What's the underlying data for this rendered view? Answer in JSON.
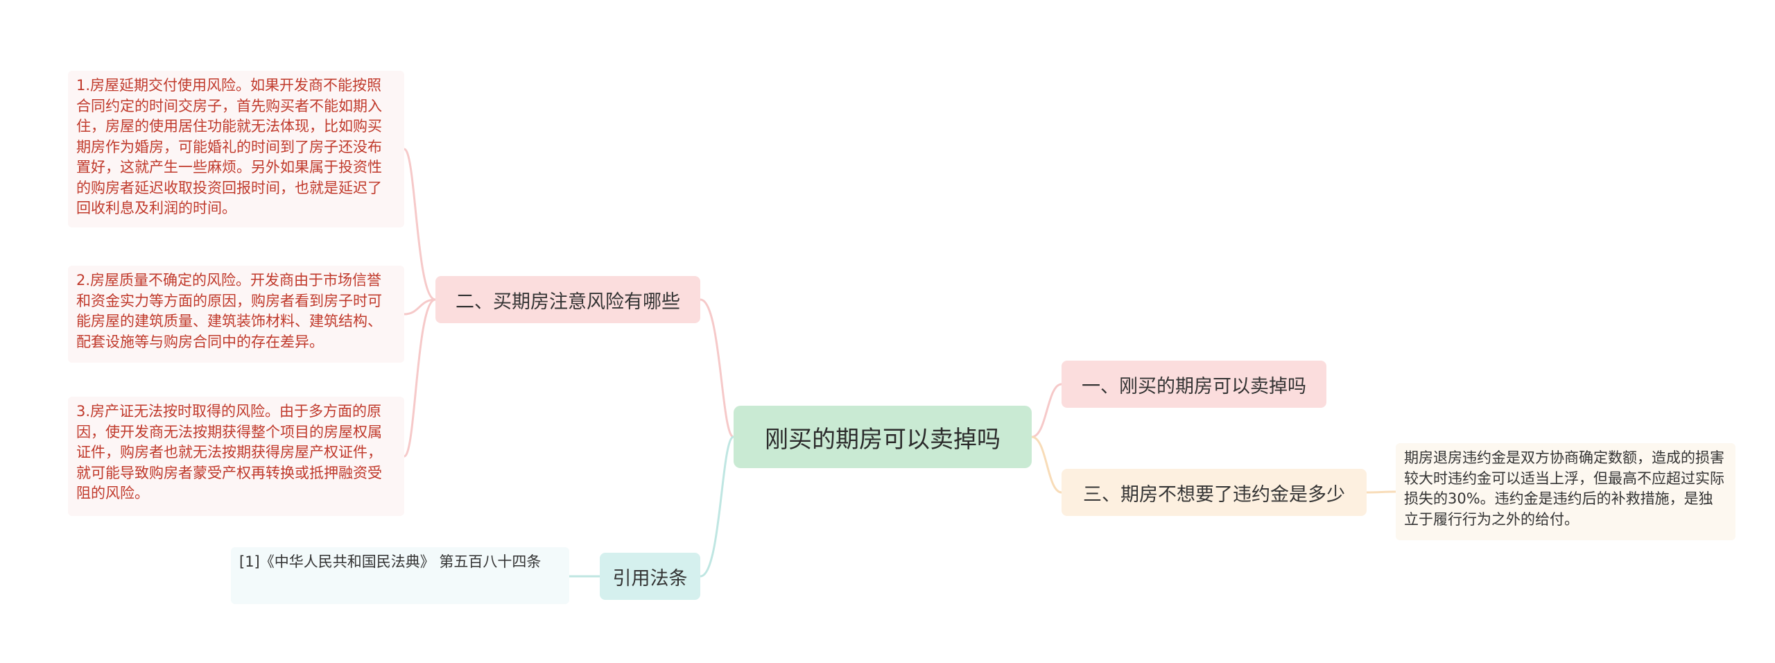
{
  "root": {
    "label": "刚买的期房可以卖掉吗"
  },
  "branches": {
    "left_risks": {
      "label": "二、买期房注意风险有哪些",
      "children": [
        "1.房屋延期交付使用风险。如果开发商不能按照合同约定的时间交房子，首先购买者不能如期入住，房屋的使用居住功能就无法体现，比如购买期房作为婚房，可能婚礼的时间到了房子还没布置好，这就产生一些麻烦。另外如果属于投资性的购房者延迟收取投资回报时间，也就是延迟了回收利息及利润的时间。",
        "2.房屋质量不确定的风险。开发商由于市场信誉和资金实力等方面的原因，购房者看到房子时可能房屋的建筑质量、建筑装饰材料、建筑结构、配套设施等与购房合同中的存在差异。",
        "3.房产证无法按时取得的风险。由于多方面的原因，使开发商无法按期获得整个项目的房屋权属证件，购房者也就无法按期获得房屋产权证件，就可能导致购房者蒙受产权再转换或抵押融资受阻的风险。"
      ]
    },
    "left_law": {
      "label": "引用法条",
      "children": [
        "[1]《中华人民共和国民法典》 第五百八十四条"
      ]
    },
    "right_resell": {
      "label": "一、刚买的期房可以卖掉吗"
    },
    "right_penalty": {
      "label": "三、期房不想要了违约金是多少",
      "children": [
        "期房退房违约金是双方协商确定数额，造成的损害较大时违约金可以适当上浮，但最高不应超过实际损失的30%。违约金是违约后的补救措施，是独立于履行行为之外的给付。"
      ]
    }
  },
  "colors": {
    "root_bg": "#c9ead3",
    "risk_branch_bg": "#fbdddd",
    "law_branch_bg": "#d5f0ee",
    "penalty_branch_bg": "#fdf0e0",
    "risk_text": "#c0392b",
    "line_pink": "#f6c9c9",
    "line_teal": "#bfe6e2",
    "line_orange": "#f8dcb8"
  }
}
